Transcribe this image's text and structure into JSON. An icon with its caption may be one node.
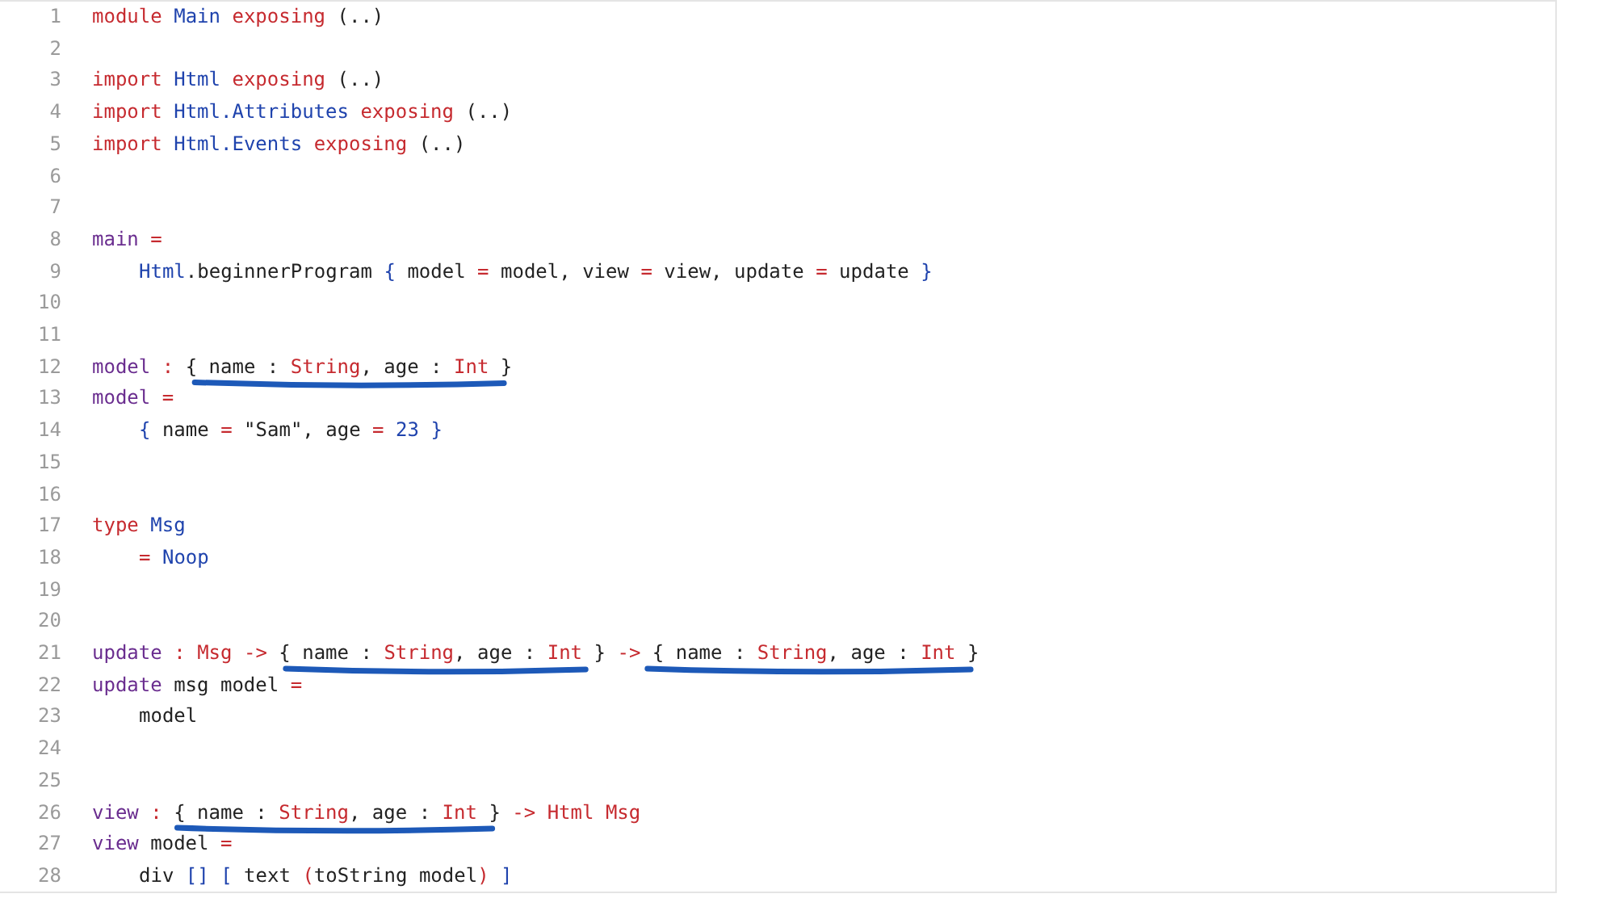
{
  "diagram": {
    "labels": [
      "1",
      "module Main exposing (..)",
      "2",
      "3",
      "import Html exposing (..)",
      "4",
      "import Html.Attributes exposing (..)",
      "5",
      "import Html.Events exposing (..)",
      "6",
      "7",
      "8",
      "main =",
      "9",
      "Html.beginnerProgram { model = model, view = view, update = update }",
      "10",
      "11",
      "12",
      "model : { name : String, age : Int }",
      "13",
      "model =",
      "14",
      "{ name = \"Sam\", age = 23 }",
      "15",
      "16",
      "17",
      "type Msg",
      "18",
      "= Noop",
      "19",
      "20",
      "21",
      "update : Msg -> { name : String, age : Int } -> { name : String, age : Int }",
      "22",
      "update msg model =",
      "23",
      "model",
      "24",
      "25",
      "26",
      "view : { name : String, age : Int } -> Html Msg",
      "27",
      "view model =",
      "28",
      "div [] [ text (toString model) ]"
    ]
  }
}
